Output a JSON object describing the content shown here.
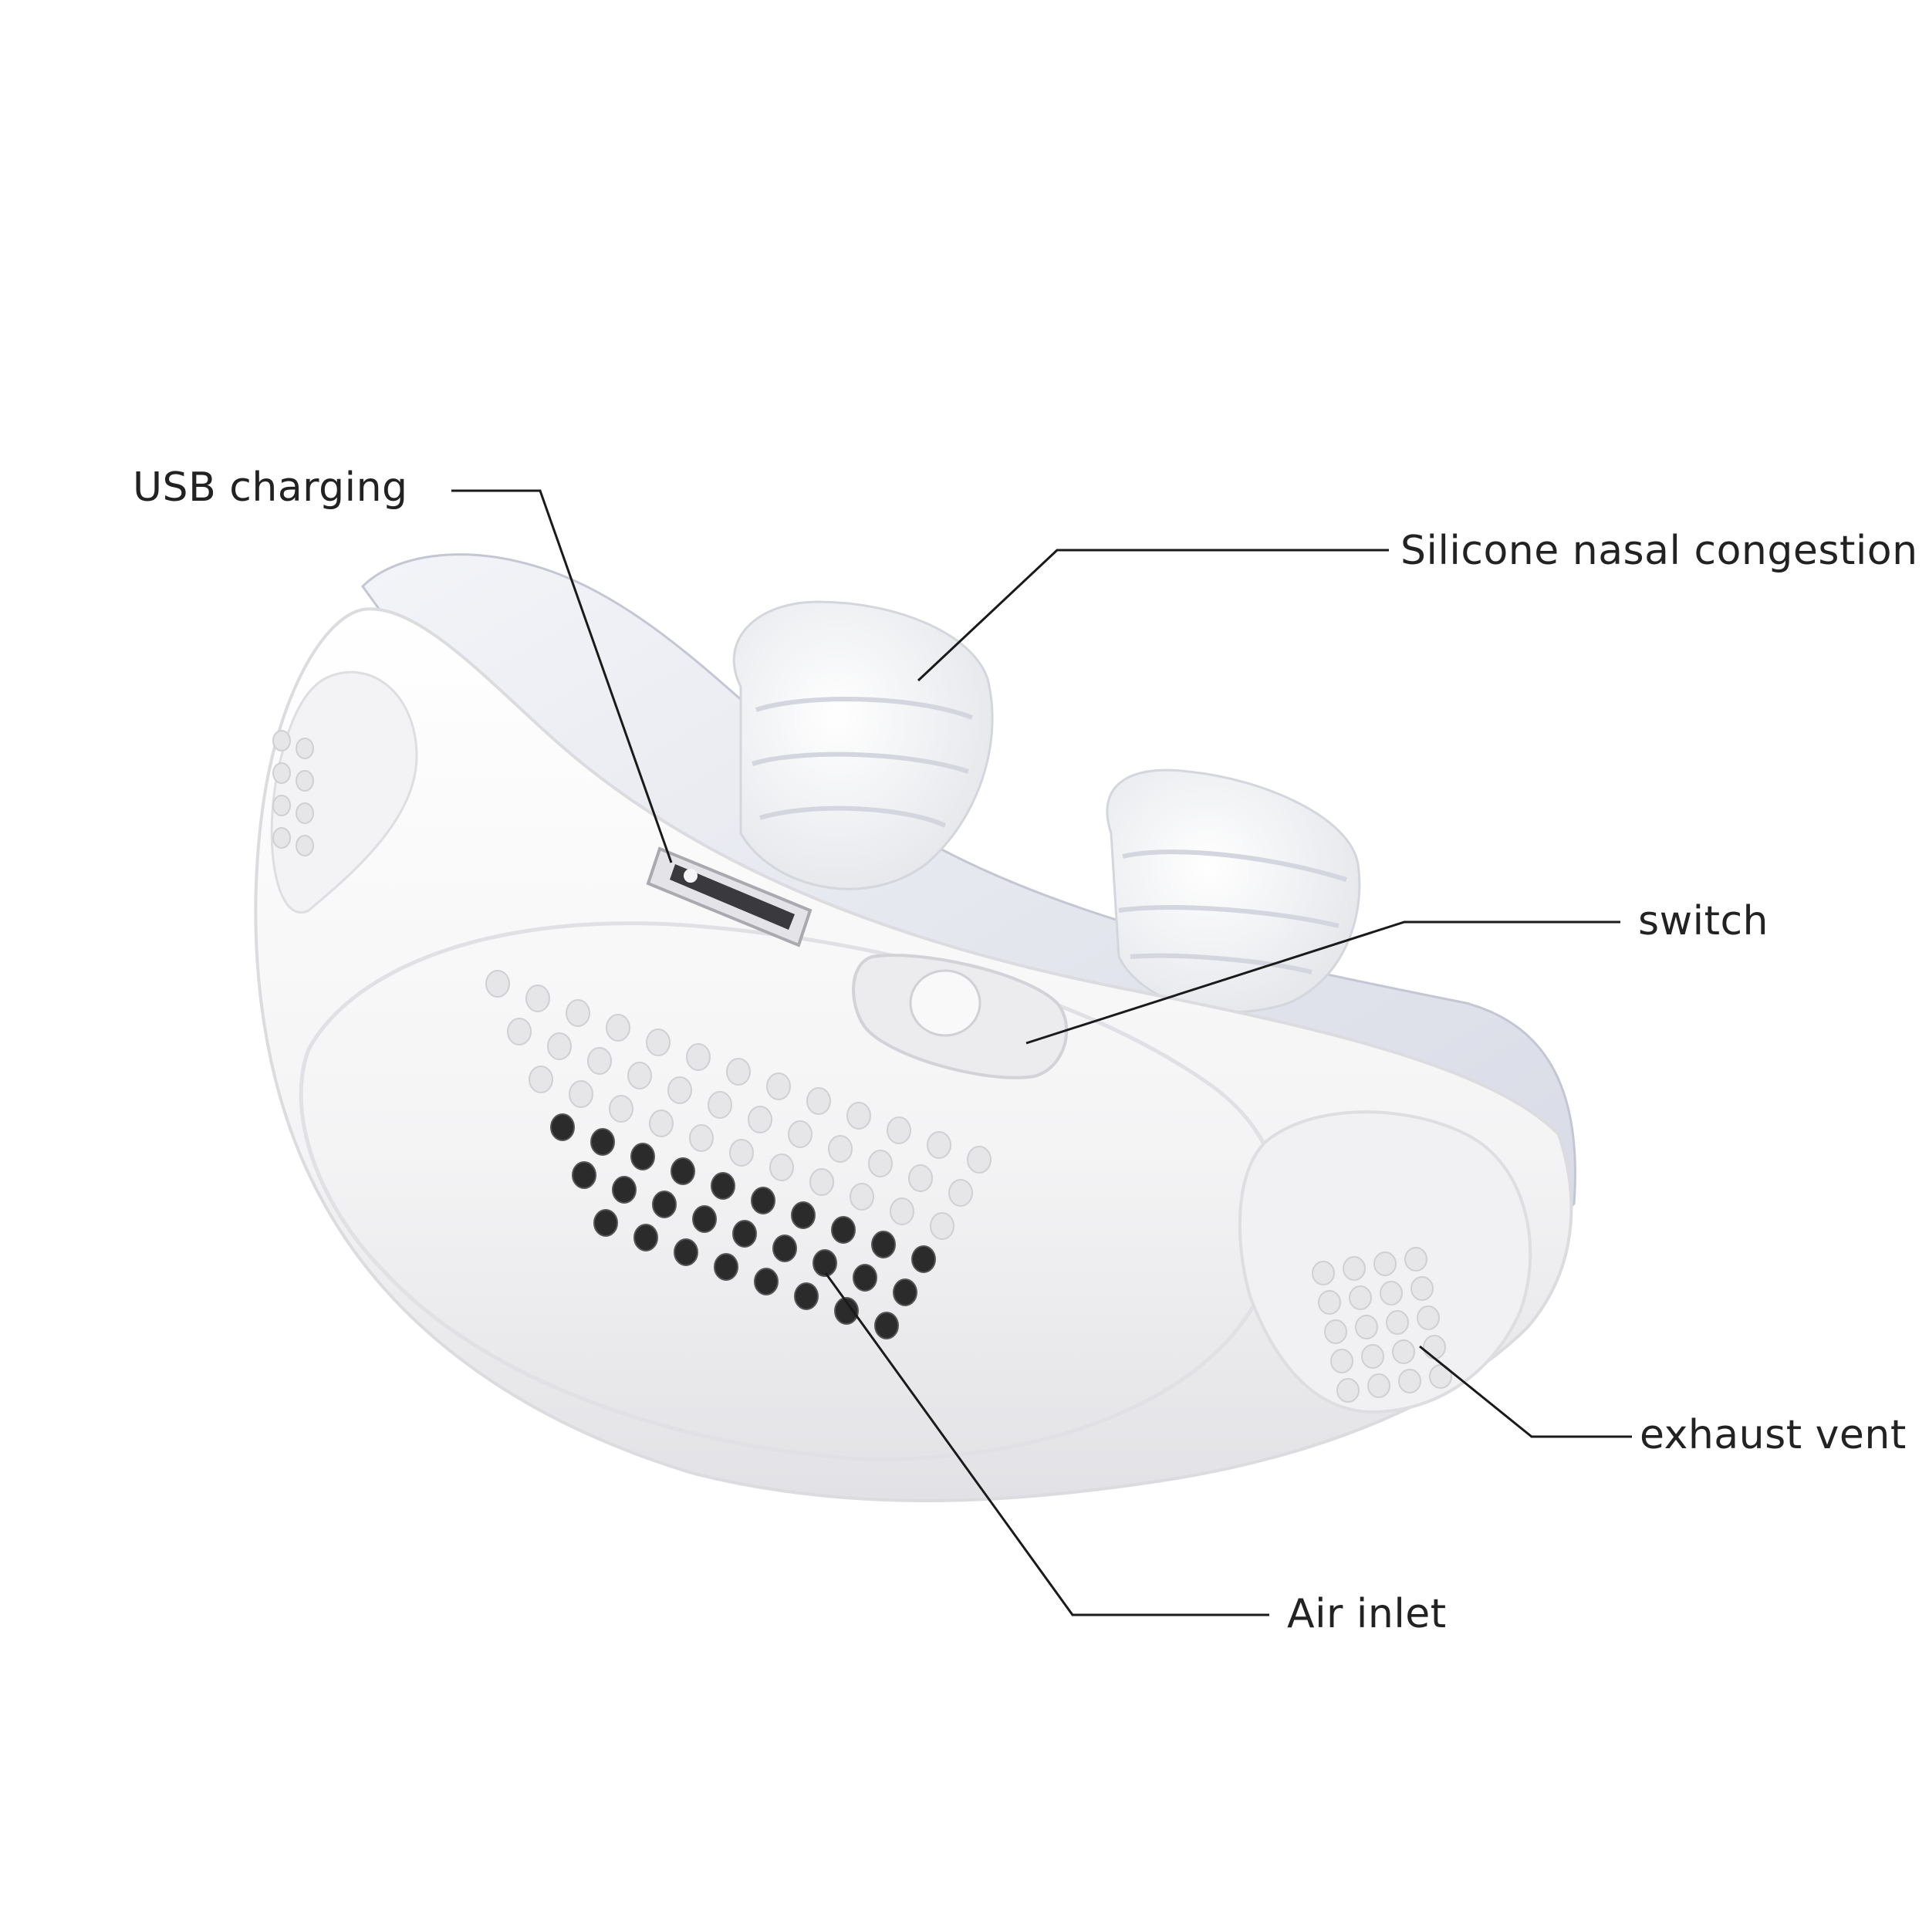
{
  "colors": {
    "background": "#ffffff",
    "text": "#222222",
    "leader_line": "#1a1a1a",
    "body_white": "#f7f7f7",
    "body_shadow": "#d9d9dc",
    "silicone": "#e9ebf2",
    "silicone_edge": "#b7bccb",
    "hole_open": "#2b2b2b",
    "hole_closed": "#e6e6e8"
  },
  "callouts": {
    "usb_charging": "USB charging",
    "silicone_nasal_congestion": "Silicone nasal congestion",
    "switch": "switch",
    "exhaust_vent": "exhaust vent",
    "air_inlet": "Air inlet"
  }
}
